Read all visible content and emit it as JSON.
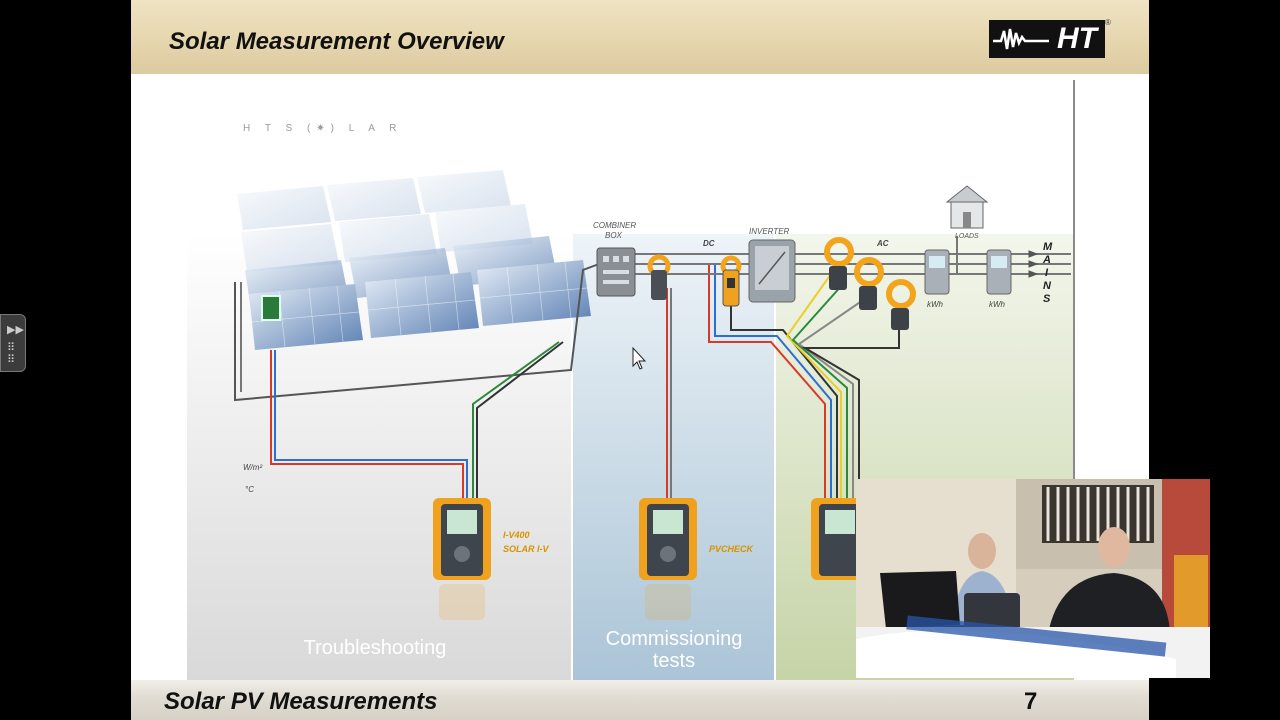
{
  "slide": {
    "header_title": "Solar Measurement Overview",
    "logo_text": "HT",
    "logo_reg": "®",
    "footer_title": "Solar PV Measurements",
    "page_number": "7"
  },
  "diagram": {
    "brand_line": "H T S (✷) L A R",
    "labels": {
      "combiner_box_1": "COMBINER",
      "combiner_box_2": "BOX",
      "inverter": "INVERTER",
      "dc": "DC",
      "ac": "AC",
      "loads": "LOADS",
      "mains": [
        "M",
        "A",
        "I",
        "N",
        "S"
      ],
      "kwh_1": "kWh",
      "kwh_2": "kWh",
      "irradiance": "W/m²",
      "temperature": "°C"
    },
    "devices": {
      "iv400": [
        "I-V400",
        "SOLAR I-V"
      ],
      "pvcheck": "PVCHECK"
    },
    "sections": {
      "troubleshooting": "Troubleshooting",
      "commissioning_1": "Commissioning",
      "commissioning_2": "tests"
    },
    "colors": {
      "commissioning_band": "#c9dbe8",
      "monitoring_band": "#dce7c7",
      "device_orange": "#f0a21e",
      "clamp_orange": "#f2a51c"
    }
  },
  "overlay": {
    "media_handle_icon": "fast-forward-icon"
  }
}
